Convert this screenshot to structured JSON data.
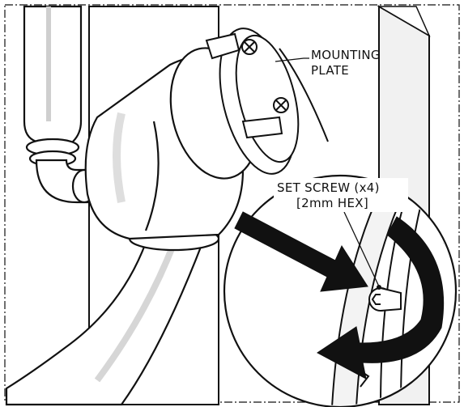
{
  "labels": {
    "mounting_plate_line1": "MOUNTING",
    "mounting_plate_line2": "PLATE",
    "set_screw_line1": "SET SCREW (x4)",
    "set_screw_line2": "[2mm HEX]"
  },
  "colors": {
    "ink": "#111111",
    "fill": "#ffffff",
    "shade": "#e9e9e9",
    "arrow": "#111111"
  },
  "icons": {
    "direction_arrow": "straight-arrow",
    "rotation_arrow": "curved-arrow"
  }
}
